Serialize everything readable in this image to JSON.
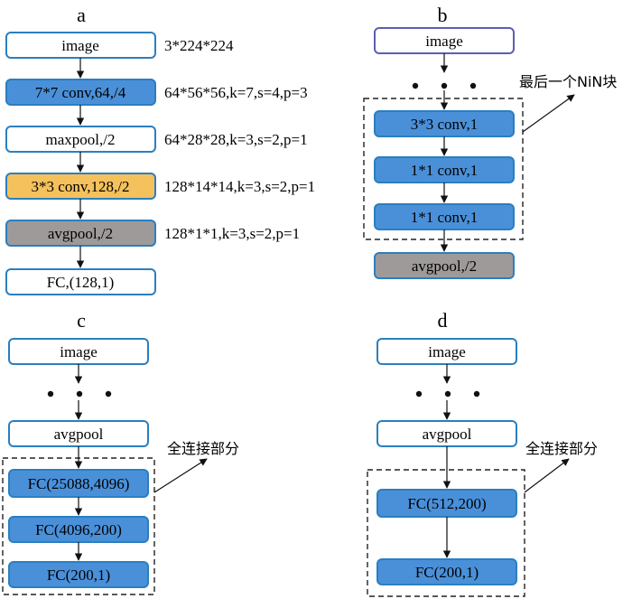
{
  "panels": {
    "a": {
      "label": "a",
      "boxes": [
        {
          "text": "image",
          "annotation": "3*224*224",
          "fill": "#ffffff"
        },
        {
          "text": "7*7 conv,64,/4",
          "annotation": "64*56*56,k=7,s=4,p=3",
          "fill": "#4a90d9"
        },
        {
          "text": "maxpool,/2",
          "annotation": "64*28*28,k=3,s=2,p=1",
          "fill": "#ffffff"
        },
        {
          "text": "3*3 conv,128,/2",
          "annotation": "128*14*14,k=3,s=2,p=1",
          "fill": "#f5c15c"
        },
        {
          "text": "avgpool,/2",
          "annotation": "128*1*1,k=3,s=2,p=1",
          "fill": "#9e9a9a"
        },
        {
          "text": "FC,(128,1)",
          "annotation": "",
          "fill": "#ffffff"
        }
      ]
    },
    "b": {
      "label": "b",
      "boxes": [
        {
          "text": "image",
          "fill": "#ffffff"
        },
        {
          "text": "3*3 conv,1",
          "fill": "#4a90d9"
        },
        {
          "text": "1*1 conv,1",
          "fill": "#4a90d9"
        },
        {
          "text": "1*1 conv,1",
          "fill": "#4a90d9"
        },
        {
          "text": "avgpool,/2",
          "fill": "#9e9a9a"
        }
      ],
      "callout": "最后一个NiN块"
    },
    "c": {
      "label": "c",
      "boxes": [
        {
          "text": "image",
          "fill": "#ffffff"
        },
        {
          "text": "avgpool",
          "fill": "#ffffff"
        },
        {
          "text": "FC(25088,4096)",
          "fill": "#4a90d9"
        },
        {
          "text": "FC(4096,200)",
          "fill": "#4a90d9"
        },
        {
          "text": "FC(200,1)",
          "fill": "#4a90d9"
        }
      ],
      "callout": "全连接部分"
    },
    "d": {
      "label": "d",
      "boxes": [
        {
          "text": "image",
          "fill": "#ffffff"
        },
        {
          "text": "avgpool",
          "fill": "#ffffff"
        },
        {
          "text": "FC(512,200)",
          "fill": "#4a90d9"
        },
        {
          "text": "FC(200,1)",
          "fill": "#4a90d9"
        }
      ],
      "callout": "全连接部分"
    }
  },
  "colors": {
    "box_border": "#2a7fc0",
    "box_border_b_image": "#5b5fb0",
    "dashed": "#222222",
    "arrow": "#111111"
  }
}
